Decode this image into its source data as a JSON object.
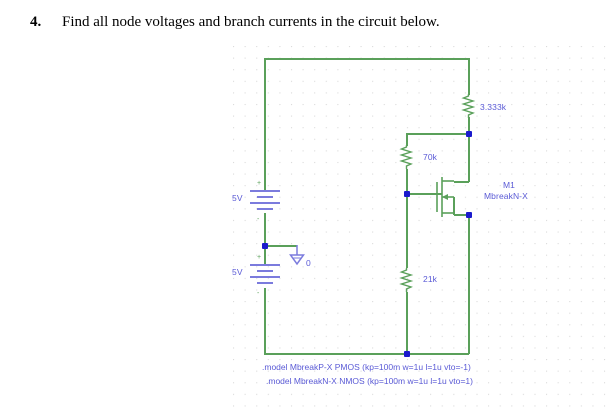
{
  "question": {
    "number": "4.",
    "text": "Find all node voltages and branch currents in the circuit below."
  },
  "schematic": {
    "sources": [
      {
        "name": "V1",
        "label": "5V",
        "plus": "+",
        "minus": "-"
      },
      {
        "name": "V2",
        "label": "5V",
        "plus": "+",
        "minus": "-"
      }
    ],
    "ground": {
      "label": "0"
    },
    "resistors": [
      {
        "name": "R1",
        "label": "3.333k"
      },
      {
        "name": "R2",
        "label": "70k"
      },
      {
        "name": "R3",
        "label": "21k"
      }
    ],
    "transistor": {
      "refdes": "M1",
      "model": "MbreakN-X"
    },
    "model_statements": [
      ".model MbreakP-X PMOS (kp=100m w=1u l=1u vto=-1)",
      ".model MbreakN-X NMOS (kp=100m w=1u l=1u vto=1)"
    ],
    "colors": {
      "wire": "#5aa05a",
      "symbol": "#7b7bdd",
      "text": "#5a5ad6",
      "node": "#1a1acc",
      "grid": "#d9d9d9"
    }
  }
}
